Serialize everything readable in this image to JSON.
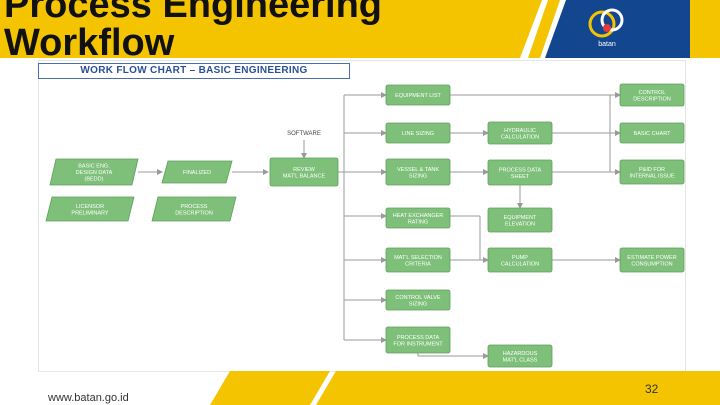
{
  "slide": {
    "title_line1": "Process Engineering",
    "title_line2": "Workflow",
    "logo_text": "batan",
    "footer_url": "www.batan.go.id",
    "page_number": "32"
  },
  "chart": {
    "header": "WORK FLOW CHART – BASIC ENGINEERING",
    "software_label": "SOFTWARE",
    "nodes": {
      "basic_eng": [
        "BASIC ENG.",
        "DESIGN DATA",
        "(BEDD)"
      ],
      "finalized": [
        "FINALIZED"
      ],
      "licensor": [
        "LICENSOR",
        "PRELIMINARY"
      ],
      "process_desc": [
        "PROCESS",
        "DESCRIPTION"
      ],
      "review_mat": [
        "REVIEW",
        "MAT'L BALANCE"
      ],
      "equipment_list": [
        "EQUIPMENT LIST"
      ],
      "line_sizing": [
        "LINE SIZING"
      ],
      "vessel_tank": [
        "VESSEL & TANK",
        "SIZING"
      ],
      "heat_exchanger": [
        "HEAT EXCHANGER",
        "RATING"
      ],
      "matl_selection": [
        "MAT'L SELECTION",
        "CRITERIA"
      ],
      "control_valve": [
        "CONTROL VALVE",
        "SIZING"
      ],
      "process_data_instr": [
        "PROCESS DATA",
        "FOR INSTRUMENT"
      ],
      "hydraulic": [
        "HYDRAULIC",
        "CALCULATION"
      ],
      "process_data_sheet": [
        "PROCESS DATA",
        "SHEET"
      ],
      "equipment_elev": [
        "EQUIPMENT",
        "ELEVATION"
      ],
      "pump_calc": [
        "PUMP",
        "CALCULATION"
      ],
      "hazardous": [
        "HAZARDOUS",
        "MAT'L CLASS"
      ],
      "control_desc": [
        "CONTROL",
        "DESCRIPTION"
      ],
      "basic_chart": [
        "BASIC CHART"
      ],
      "pid_internal": [
        "P&ID FOR",
        "INTERNAL ISSUE"
      ],
      "estimate_power": [
        "ESTIMATE POWER",
        "CONSUMPTION"
      ]
    }
  },
  "colors": {
    "accent_yellow": "#f5c400",
    "box_fill": "#7ec07a",
    "box_stroke": "#5e9f5a",
    "arrow": "#9a9a9a",
    "logo_blue": "#12468f"
  }
}
